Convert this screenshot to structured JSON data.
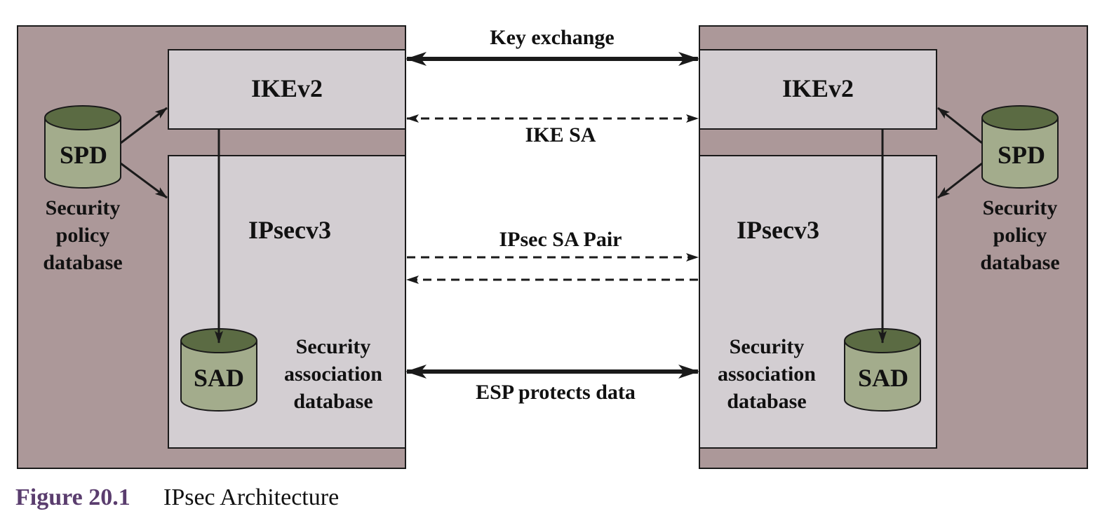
{
  "colors": {
    "host_bg": "#ac9899",
    "box_bg": "#d3ced2",
    "db_body": "#a3ac8c",
    "db_top": "#5b6b43",
    "stroke": "#1a1a1a",
    "caption_accent": "#5a3d6e"
  },
  "left_host": {
    "ike_label": "IKEv2",
    "ipsec_label": "IPsecv3",
    "spd_label": "SPD",
    "spd_caption": [
      "Security",
      "policy",
      "database"
    ],
    "sad_label": "SAD",
    "sad_caption": [
      "Security",
      "association",
      "database"
    ]
  },
  "right_host": {
    "ike_label": "IKEv2",
    "ipsec_label": "IPsecv3",
    "spd_label": "SPD",
    "spd_caption": [
      "Security",
      "policy",
      "database"
    ],
    "sad_label": "SAD",
    "sad_caption": [
      "Security",
      "association",
      "database"
    ]
  },
  "links": {
    "key_exchange": "Key exchange",
    "ike_sa": "IKE SA",
    "ipsec_sa_pair": "IPsec SA Pair",
    "esp": "ESP protects data"
  },
  "caption": {
    "number": "Figure 20.1",
    "title": "IPsec Architecture"
  }
}
